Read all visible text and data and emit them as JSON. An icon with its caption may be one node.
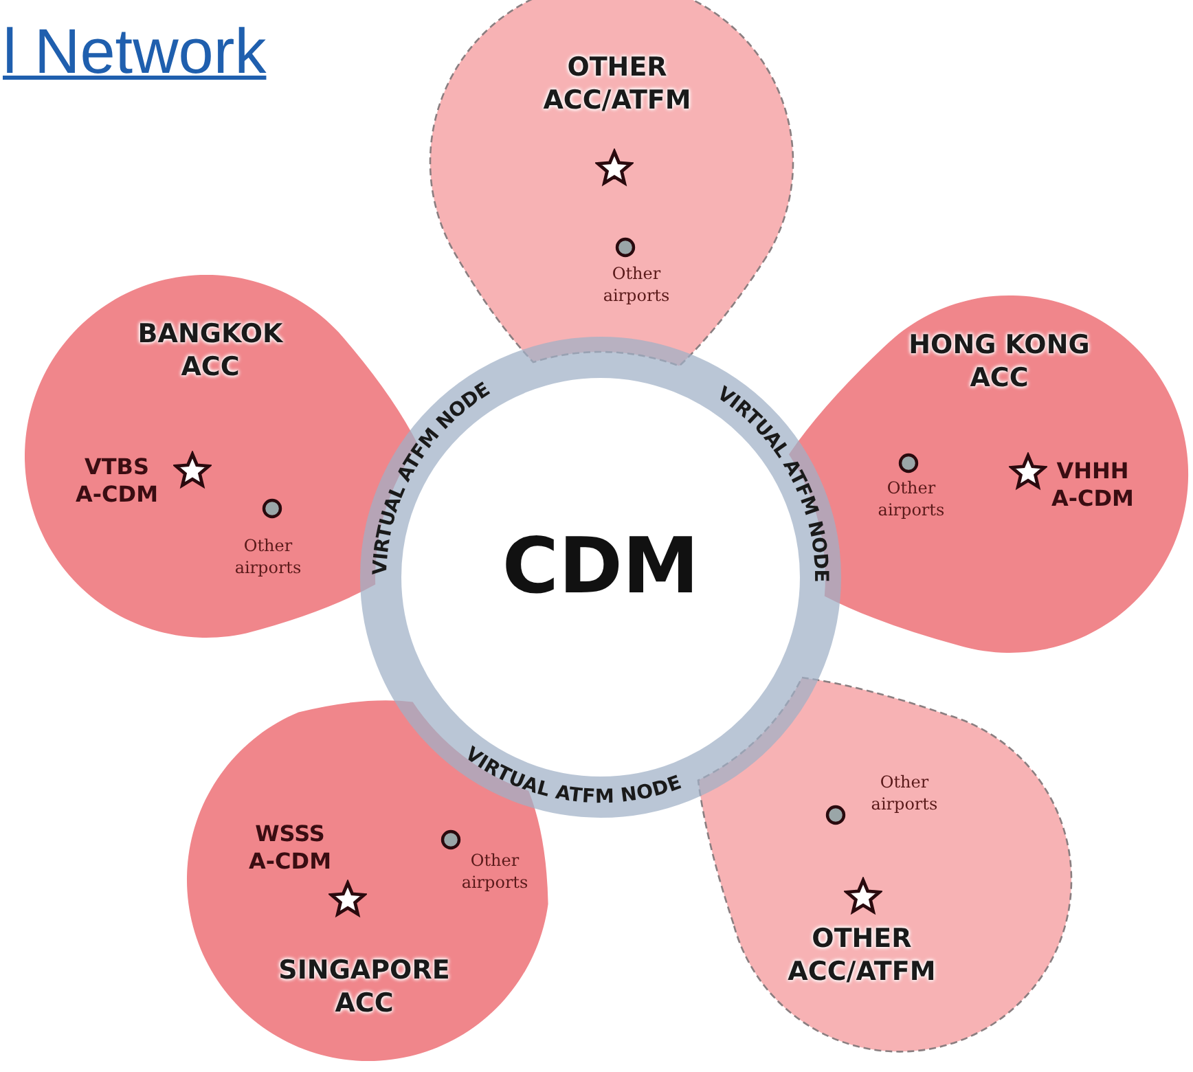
{
  "diagram": {
    "title": "l Network",
    "nodes": [
      {
        "text": [
          "CDM"
        ]
      },
      {
        "text": [
          "OTHER ACC/ATFM",
          "Other airports"
        ]
      },
      {
        "text": [
          "BANGKOK ACC",
          "VTBS A-CDM",
          "Other airports"
        ]
      },
      {
        "text": [
          "HONG KONG ACC",
          "Other airports",
          "VHHH A-CDM"
        ]
      },
      {
        "text": [
          "WSSS A-CDM",
          "Other airports",
          "SINGAPORE ACC"
        ]
      },
      {
        "text": [
          "Other airports",
          "OTHER ACC/ATFM"
        ]
      }
    ],
    "labels": [
      "VIRTUAL ATFM NODE",
      "VIRTUAL ATFM NODE",
      "VIRTUAL ATFM NODE"
    ]
  }
}
